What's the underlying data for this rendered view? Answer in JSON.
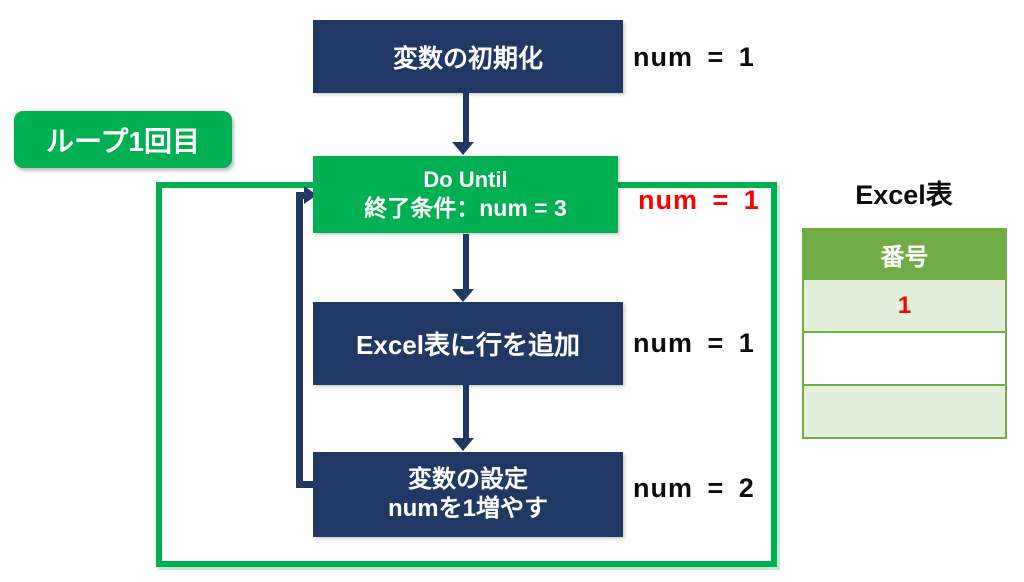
{
  "colors": {
    "navy_box": "#1f3864",
    "green_accent": "#00b050",
    "table_header_green": "#70ad47",
    "table_band_fill": "#e2efda",
    "highlight_red": "#ff0000",
    "text_black": "#0d0d0d"
  },
  "loop_label": "ループ1回目",
  "flow": {
    "step_init": {
      "label": "変数の初期化",
      "annotation": "num = 1"
    },
    "step_do_until": {
      "title": "Do Until",
      "condition": "終了条件：num = 3",
      "annotation": "num = 1"
    },
    "step_add_row": {
      "label": "Excel表に行を追加",
      "annotation": "num = 1"
    },
    "step_set_var": {
      "label": "変数の設定",
      "sublabel": "numを1増やす",
      "annotation": "num = 2"
    }
  },
  "excel_table": {
    "title": "Excel表",
    "column_header": "番号",
    "rows": [
      "1",
      "",
      ""
    ]
  }
}
